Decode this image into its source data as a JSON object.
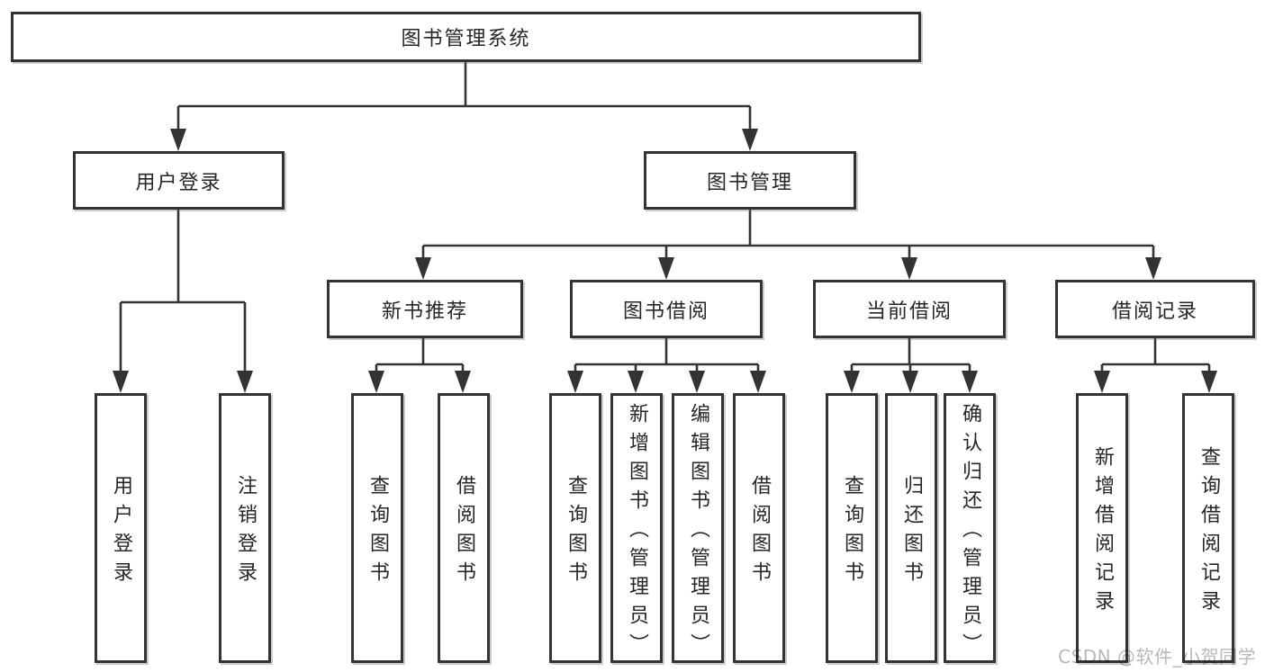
{
  "colors": {
    "background": "#ffffff",
    "line": "#333333",
    "box_border": "#333333",
    "text": "#262626",
    "watermark": "#b5b9bd"
  },
  "watermark": {
    "text": "CSDN @软件_小贺同学"
  },
  "tree": {
    "root": {
      "label": "图书管理系统"
    },
    "branches": [
      {
        "label": "用户登录",
        "children": [
          {
            "label": "用户登录"
          },
          {
            "label": "注销登录"
          }
        ]
      },
      {
        "label": "图书管理",
        "children": [
          {
            "label": "新书推荐",
            "children": [
              {
                "label": "查询图书"
              },
              {
                "label": "借阅图书"
              }
            ]
          },
          {
            "label": "图书借阅",
            "children": [
              {
                "label": "查询图书"
              },
              {
                "label": "新增图书（管理员）"
              },
              {
                "label": "编辑图书（管理员）"
              },
              {
                "label": "借阅图书"
              }
            ]
          },
          {
            "label": "当前借阅",
            "children": [
              {
                "label": "查询图书"
              },
              {
                "label": "归还图书"
              },
              {
                "label": "确认归还（管理员）"
              }
            ]
          },
          {
            "label": "借阅记录",
            "children": [
              {
                "label": "新增借阅记录"
              },
              {
                "label": "查询借阅记录"
              }
            ]
          }
        ]
      }
    ]
  }
}
